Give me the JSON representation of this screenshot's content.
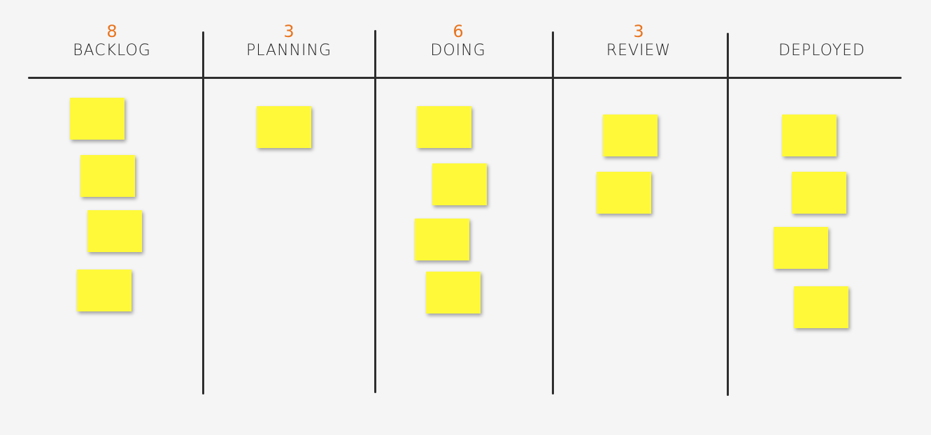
{
  "board": {
    "columns": [
      {
        "wip": "8",
        "title": "BACKLOG"
      },
      {
        "wip": "3",
        "title": "PLANNING"
      },
      {
        "wip": "6",
        "title": "DOING"
      },
      {
        "wip": "3",
        "title": "REVIEW"
      },
      {
        "wip": "",
        "title": "DEPLOYED"
      }
    ]
  },
  "colors": {
    "sticky": "#fff93a",
    "wip": "#e8741e",
    "line": "#2e2e2e",
    "background": "#f5f5f5"
  }
}
